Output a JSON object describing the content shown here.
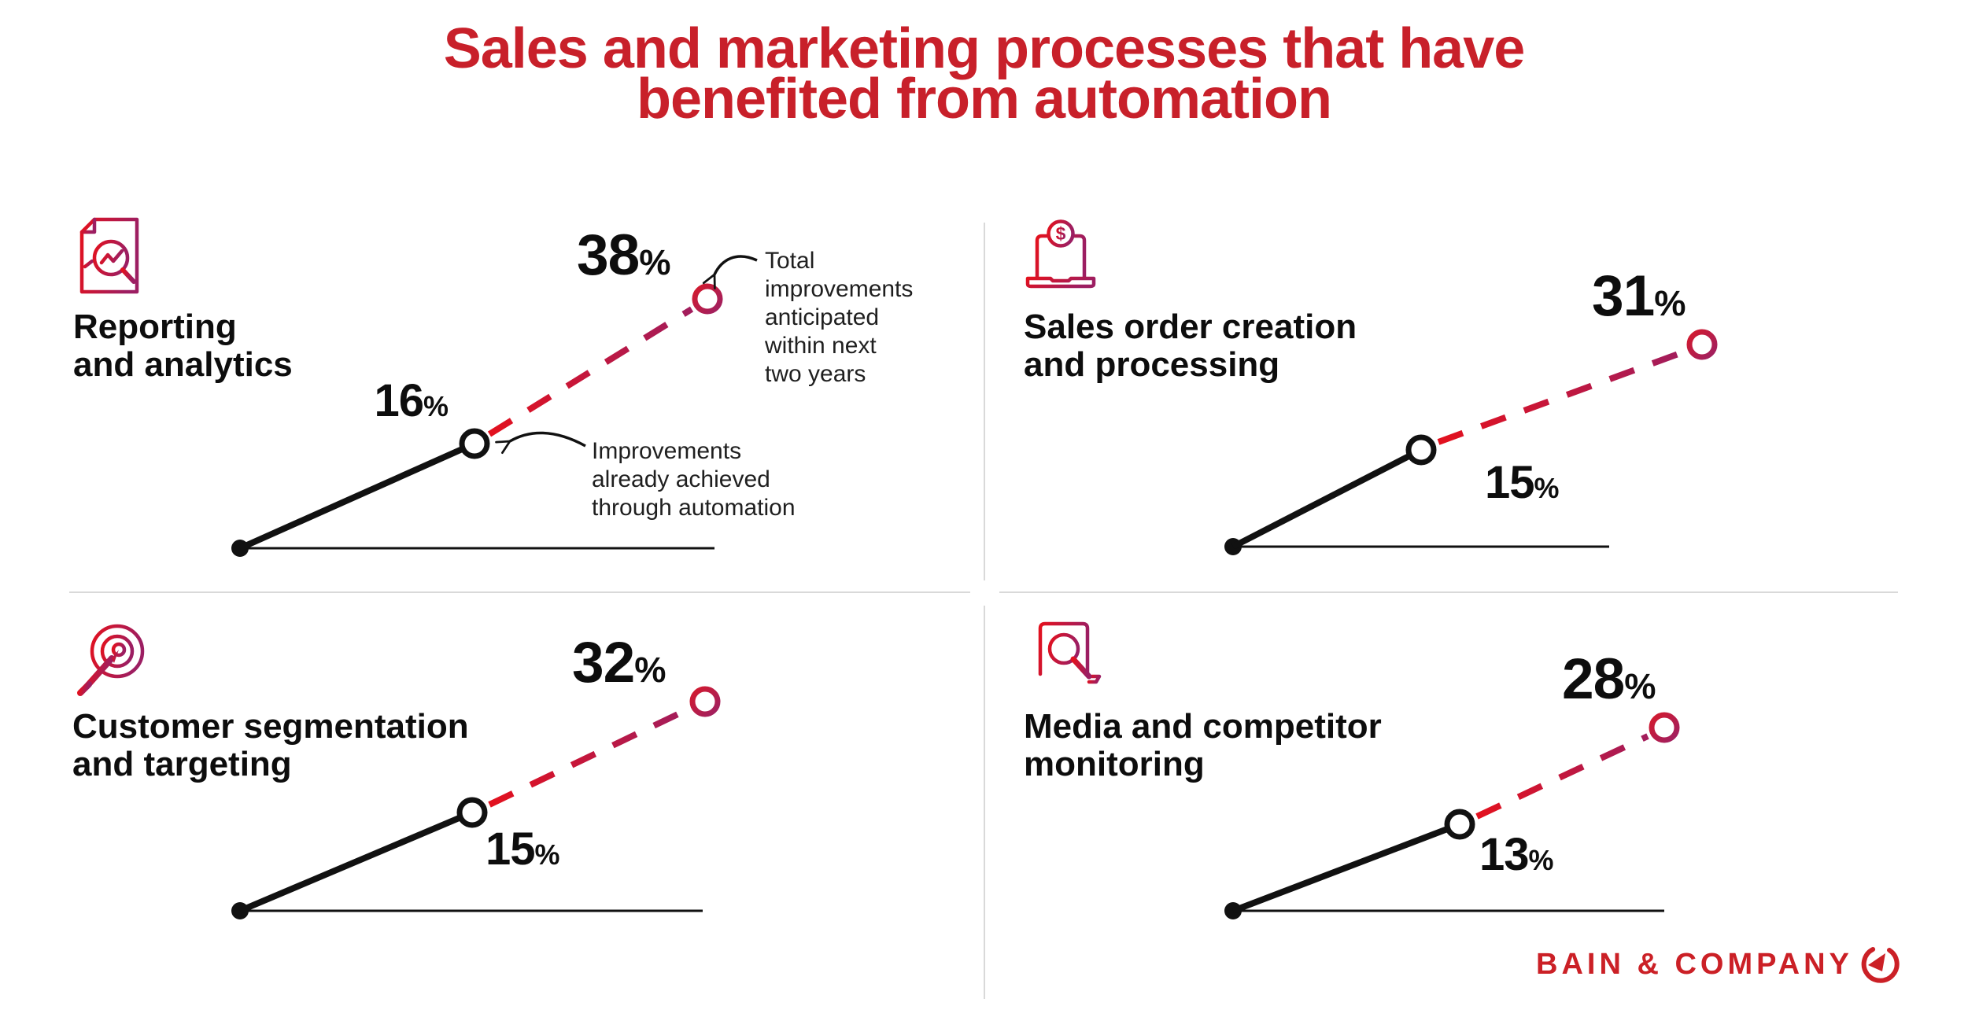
{
  "header": {
    "title_lines": [
      "Sales and marketing processes that have",
      "benefited from automation"
    ]
  },
  "annotations": {
    "total": {
      "lines": [
        "Total",
        "improvements",
        "anticipated",
        "within next",
        "two years"
      ]
    },
    "achieved": {
      "lines": [
        "Improvements",
        "already achieved",
        "through automation"
      ]
    }
  },
  "percent_sign": "%",
  "panels": [
    {
      "icon": "report-analytics-icon",
      "label_lines": [
        "Reporting",
        "and analytics"
      ],
      "achieved": 16,
      "total": 38
    },
    {
      "icon": "laptop-dollar-icon",
      "label_lines": [
        "Sales order creation",
        "and processing"
      ],
      "achieved": 15,
      "total": 31
    },
    {
      "icon": "dart-target-icon",
      "label_lines": [
        "Customer segmentation",
        "and targeting"
      ],
      "achieved": 15,
      "total": 32
    },
    {
      "icon": "laptop-search-icon",
      "label_lines": [
        "Media and competitor",
        "monitoring"
      ],
      "achieved": 13,
      "total": 28
    }
  ],
  "footer": {
    "brand": "BAIN & COMPANY"
  },
  "colors": {
    "brand_red": "#c8202a",
    "logo_red": "#cb2026",
    "gradient_start": "#e3111e",
    "gradient_end": "#9c1e62",
    "text_black": "#0d0d0d",
    "divider_gray": "#d9d9d9"
  },
  "chart_data": {
    "type": "line",
    "title": "Sales and marketing processes that have benefited from automation",
    "unit": "%",
    "categories": [
      "Reporting and analytics",
      "Sales order creation and processing",
      "Customer segmentation and targeting",
      "Media and competitor monitoring"
    ],
    "series": [
      {
        "name": "Improvements already achieved through automation",
        "values": [
          16,
          15,
          15,
          13
        ]
      },
      {
        "name": "Total improvements anticipated within next two years",
        "values": [
          38,
          31,
          32,
          28
        ]
      }
    ],
    "layout": "four slope mini-charts (one per category); solid black line from baseline dot to achieved value marker, dashed red gradient line continuing to anticipated total marker",
    "legend_position": "annotated arrows in first chart only",
    "grid": false
  }
}
